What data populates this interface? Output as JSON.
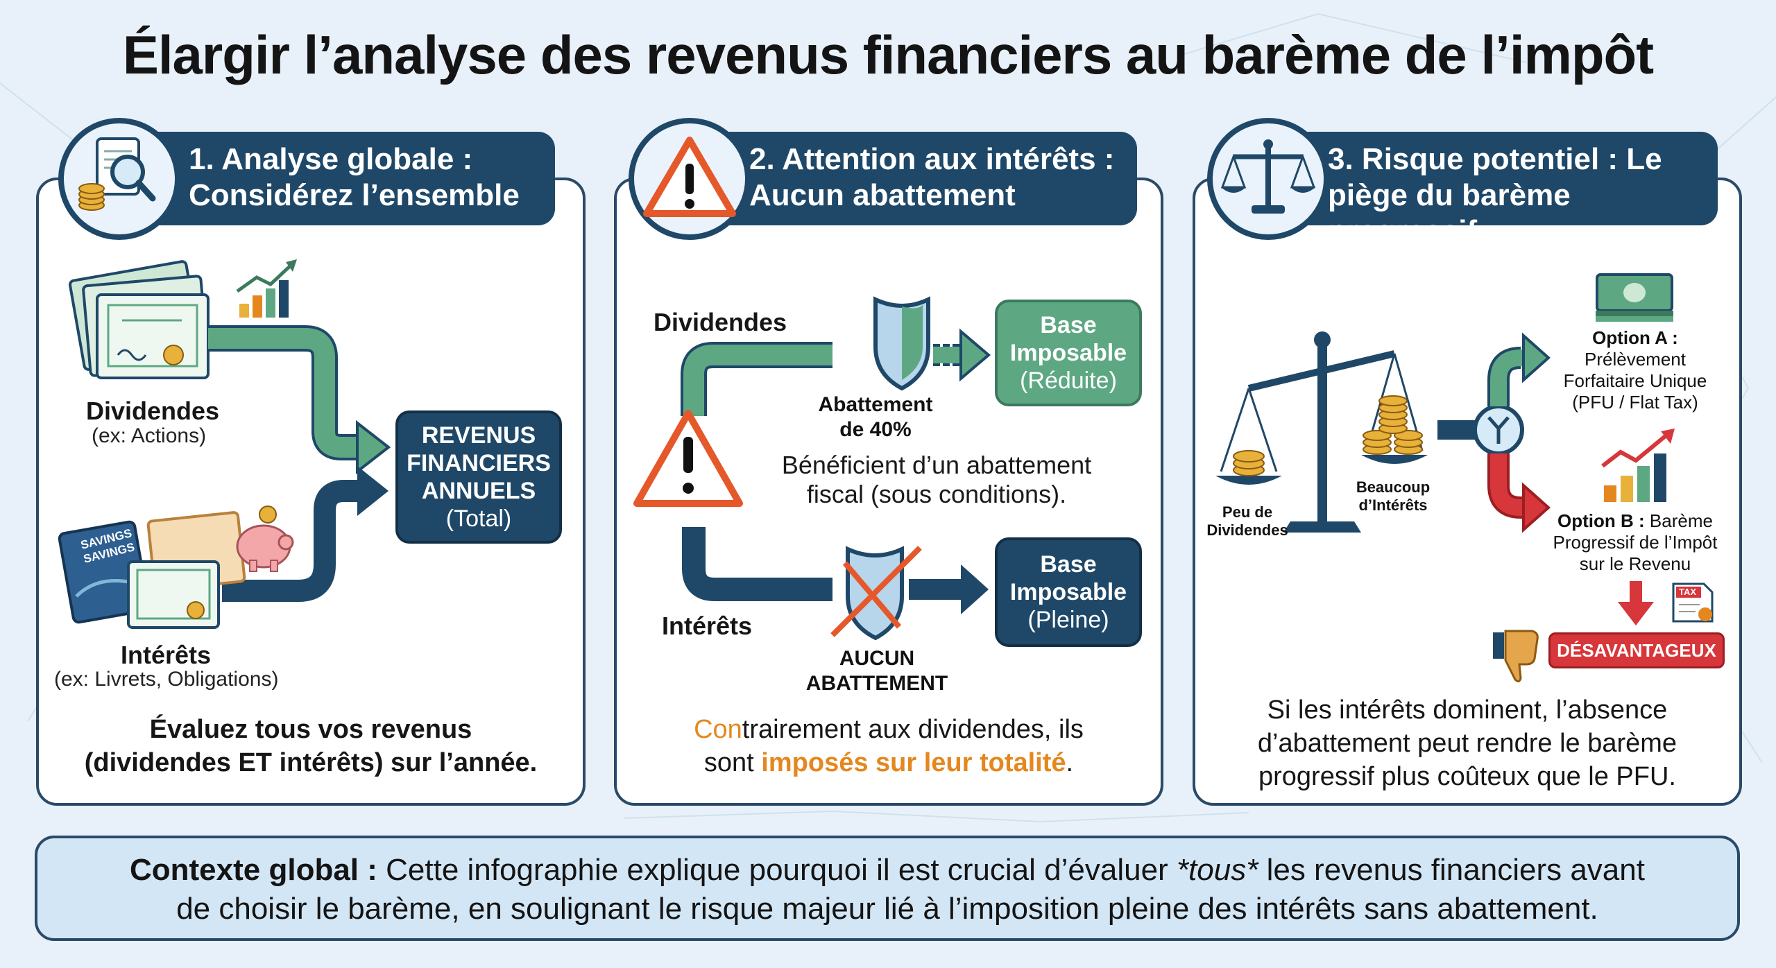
{
  "title": "Élargir l’analyse des revenus financiers au barème de l’impôt",
  "panel1": {
    "header_line1": "1. Analyse globale :",
    "header_line2": "Considérez l’ensemble",
    "icon": "magnifier-document-coins-icon",
    "dividendes_label": "Dividendes",
    "dividendes_sub": "(ex: Actions)",
    "interets_label": "Intérêts",
    "interets_sub": "(ex: Livrets, Obligations)",
    "savings_book_text": "SAVINGS",
    "box_line1": "REVENUS",
    "box_line2": "FINANCIERS",
    "box_line3": "ANNUELS",
    "box_line4": "(Total)",
    "caption_line1": "Évaluez tous vos revenus",
    "caption_line2": "(dividendes ET intérêts) sur l’année."
  },
  "panel2": {
    "header_line1": "2. Attention aux intérêts :",
    "header_line2": "Aucun abattement",
    "icon": "warning-triangle-icon",
    "dividendes_label": "Dividendes",
    "interets_label": "Intérêts",
    "shield1_line1": "Abattement",
    "shield1_line2": "de 40%",
    "benefit_line1": "Bénéficient d’un abattement",
    "benefit_line2": "fiscal (sous conditions).",
    "box1_line1": "Base",
    "box1_line2": "Imposable",
    "box1_line3": "(Réduite)",
    "box2_line1": "Base",
    "box2_line2": "Imposable",
    "box2_line3": "(Pleine)",
    "shield2_line1": "AUCUN",
    "shield2_line2": "ABATTEMENT",
    "caption_orange_start": "Con",
    "caption_rest1": "trairement aux dividendes, ils",
    "caption_line2_start": "sont ",
    "caption_line2_orange": "imposés sur leur totalité",
    "caption_line2_end": "."
  },
  "panel3": {
    "header_line1": "3. Risque potentiel : Le",
    "header_line2": "piège du barème progressif",
    "icon": "balance-scale-icon",
    "left_pan_line1": "Peu de",
    "left_pan_line2": "Dividendes",
    "right_pan_line1": "Beaucoup",
    "right_pan_line2": "d’Intérêts",
    "optionA_bold": "Option A :",
    "optionA_line2": "Prélèvement",
    "optionA_line3": "Forfaitaire Unique",
    "optionA_line4": "(PFU / Flat Tax)",
    "optionB_bold": "Option B :",
    "optionB_rest": " Barème",
    "optionB_line2": "Progressif de l’Impôt",
    "optionB_line3": "sur le Revenu",
    "tax_doc_text": "TAX",
    "badge": "DÉSAVANTAGEUX",
    "caption_line1": "Si les intérêts dominent, l’absence",
    "caption_line2": "d’abattement peut rendre le barème",
    "caption_line3": "progressif plus coûteux que le PFU."
  },
  "bottom": {
    "bold": "Contexte global :",
    "line1_rest": " Cette infographie explique pourquoi il est crucial d’évaluer ",
    "line1_em": "*tous*",
    "line1_end": " les revenus financiers avant",
    "line2": "de choisir le barème, en soulignant le risque majeur lié à l’imposition pleine des intérêts sans abattement."
  },
  "colors": {
    "navy": "#1f4868",
    "green": "#5da883",
    "orange": "#e5871f",
    "red": "#d7363a",
    "background": "#e8f1f9"
  }
}
